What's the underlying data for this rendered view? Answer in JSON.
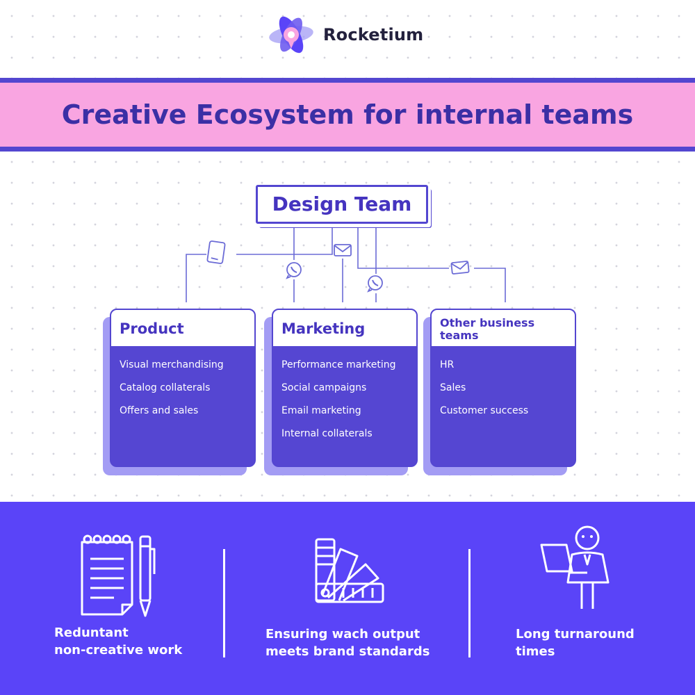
{
  "brand": {
    "name": "Rocketium",
    "logo_icon": "rocketium-logo-icon",
    "colors": {
      "text": "#23213d",
      "mark_violet": "#5a44f8",
      "mark_pink": "#f9a5e1"
    }
  },
  "banner": {
    "title": "Creative Ecosystem for internal teams",
    "background_color": "#f9a5e1",
    "border_color": "#5346d0",
    "text_color": "#3b2fa5"
  },
  "diagram": {
    "hub": {
      "title": "Design Team"
    },
    "channel_icons": [
      "phone-icon",
      "email-icon",
      "whatsapp-icon",
      "whatsapp-icon",
      "email-icon"
    ],
    "teams": [
      {
        "title": "Product",
        "items": [
          "Visual merchandising",
          "Catalog collaterals",
          "Offers and sales"
        ]
      },
      {
        "title": "Marketing",
        "items": [
          "Performance marketing",
          "Social campaigns",
          "Email marketing",
          "Internal collaterals"
        ]
      },
      {
        "title": "Other business teams",
        "items": [
          "HR",
          "Sales",
          "Customer success"
        ]
      }
    ],
    "colors": {
      "accent": "#5346d0",
      "card_fill": "#5546d2",
      "card_shadow": "#a39cf4"
    }
  },
  "challenges": {
    "background_color": "#5a44f8",
    "items": [
      {
        "icon": "notepad-pencil-icon",
        "line1": "Reduntant",
        "line2": "non-creative work"
      },
      {
        "icon": "color-swatch-icon",
        "line1": "Ensuring wach output",
        "line2": "meets brand standards"
      },
      {
        "icon": "person-laptop-icon",
        "line1": "Long turnaround",
        "line2": "times"
      }
    ]
  }
}
